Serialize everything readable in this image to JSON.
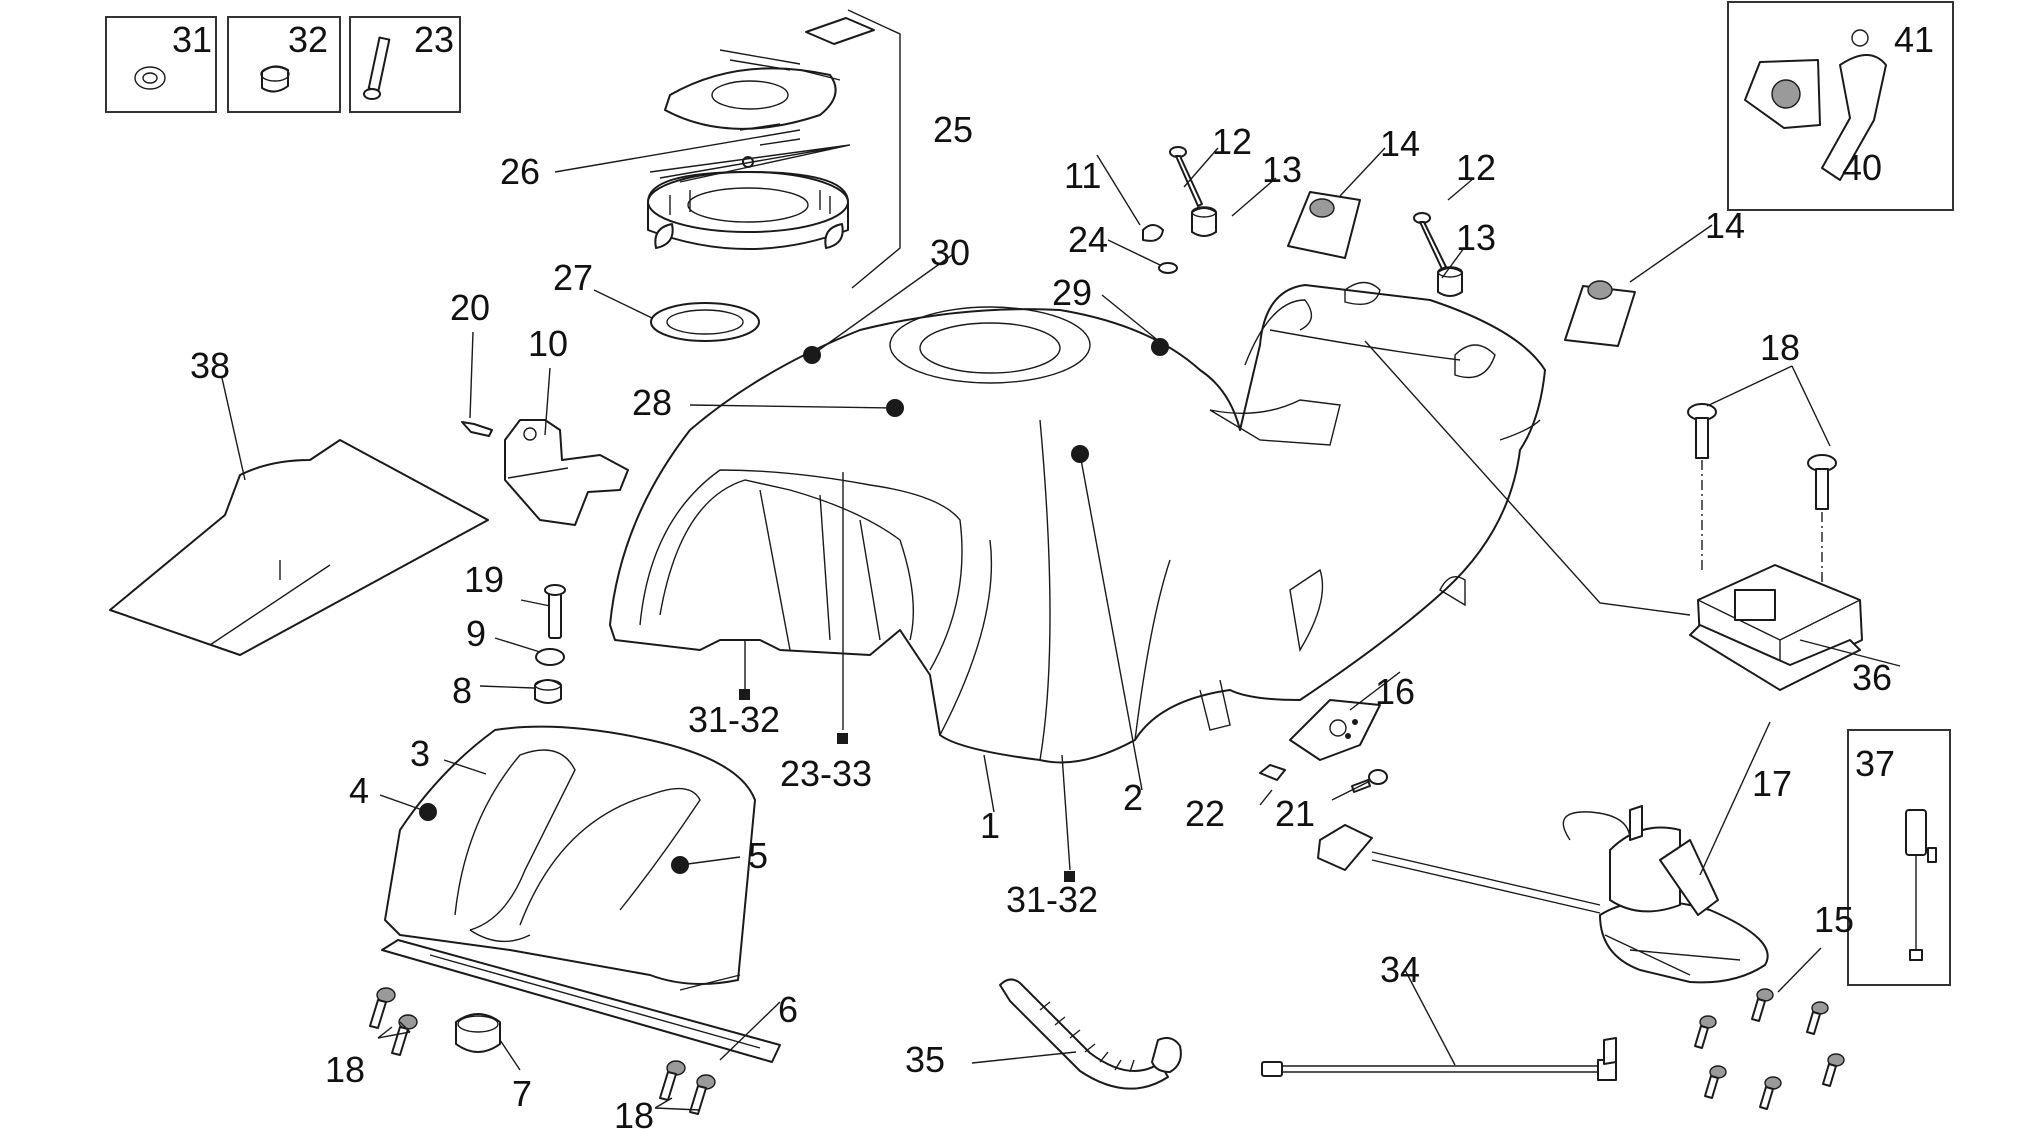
{
  "labels": {
    "l31a": "31",
    "l32a": "32",
    "l23a": "23",
    "l41": "41",
    "l40": "40",
    "l25": "25",
    "l26": "26",
    "l27": "27",
    "l30": "30",
    "l29": "29",
    "l28": "28",
    "l11": "11",
    "l12a": "12",
    "l13a": "13",
    "l24": "24",
    "l14a": "14",
    "l12b": "12",
    "l13b": "13",
    "l14b": "14",
    "l20": "20",
    "l10": "10",
    "l38": "38",
    "l19": "19",
    "l9": "9",
    "l8": "8",
    "l3": "3",
    "l4": "4",
    "l5": "5",
    "l31_32a": "31-32",
    "l23_33": "23-33",
    "l31_32b": "31-32",
    "l1": "1",
    "l2": "2",
    "l16": "16",
    "l22": "22",
    "l21": "21",
    "l18a": "18",
    "l36": "36",
    "l37": "37",
    "l17": "17",
    "l15": "15",
    "l34": "34",
    "l35": "35",
    "l6": "6",
    "l7": "7",
    "l18b": "18",
    "l18c": "18"
  }
}
